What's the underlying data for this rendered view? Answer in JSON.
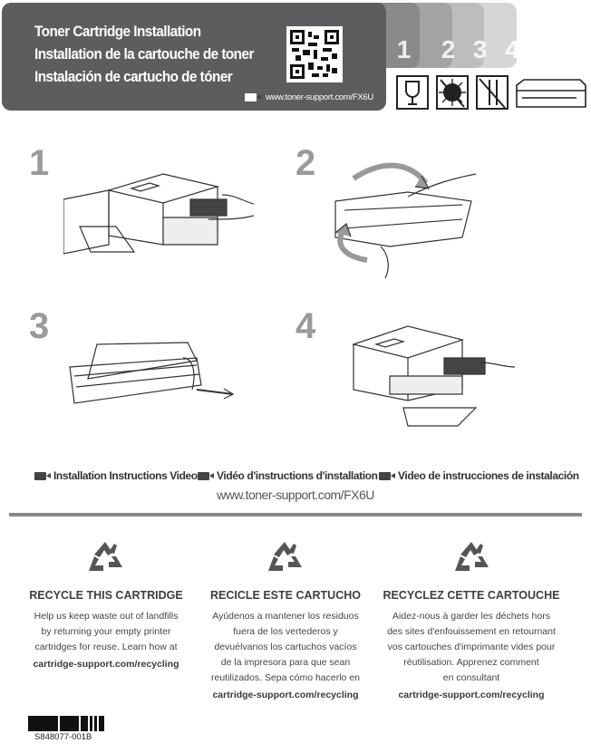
{
  "header": {
    "titles": [
      "Toner Cartridge Installation",
      "Installation de la cartouche de toner",
      "Instalación de cartucho de tóner"
    ],
    "url": "www.toner-support.com/FX6U"
  },
  "tabs": [
    "1",
    "2",
    "3",
    "4"
  ],
  "icons": [
    "fragile-icon",
    "light-sensitive-icon",
    "no-touch-icon",
    "cartridge-icon"
  ],
  "steps": [
    "1",
    "2",
    "3",
    "4"
  ],
  "videos": [
    "Installation Instructions Video",
    "Vidéo d'instructions d'installation",
    "Video de instrucciones de instalación"
  ],
  "video_url": "www.toner-support.com/FX6U",
  "recycle": [
    {
      "title": "RECYCLE THIS CARTRIDGE",
      "lines": [
        "Help us keep waste out of landfills",
        "by returning your empty printer",
        "cartridges for reuse. Learn how at"
      ],
      "link": "cartridge-support.com/recycling"
    },
    {
      "title": "RECICLE ESTE CARTUCHO",
      "lines": [
        "Ayúdenos a mantener los residuos",
        "fuera de los vertederos y",
        "devuélvanos los cartuchos vacíos",
        "de la impresora para que sean",
        "reutilizados. Sepa cómo hacerlo en"
      ],
      "link": "cartridge-support.com/recycling"
    },
    {
      "title": "RECYCLEZ CETTE CARTOUCHE",
      "lines": [
        "Aidez-nous à garder les déchets hors",
        "des sites d'enfouissement en retournant",
        "vos cartouches d'imprimante vides pour",
        "réutilisation. Apprenez comment",
        "en consultant"
      ],
      "link": "cartridge-support.com/recycling"
    }
  ],
  "part_number": "S848077-001B"
}
